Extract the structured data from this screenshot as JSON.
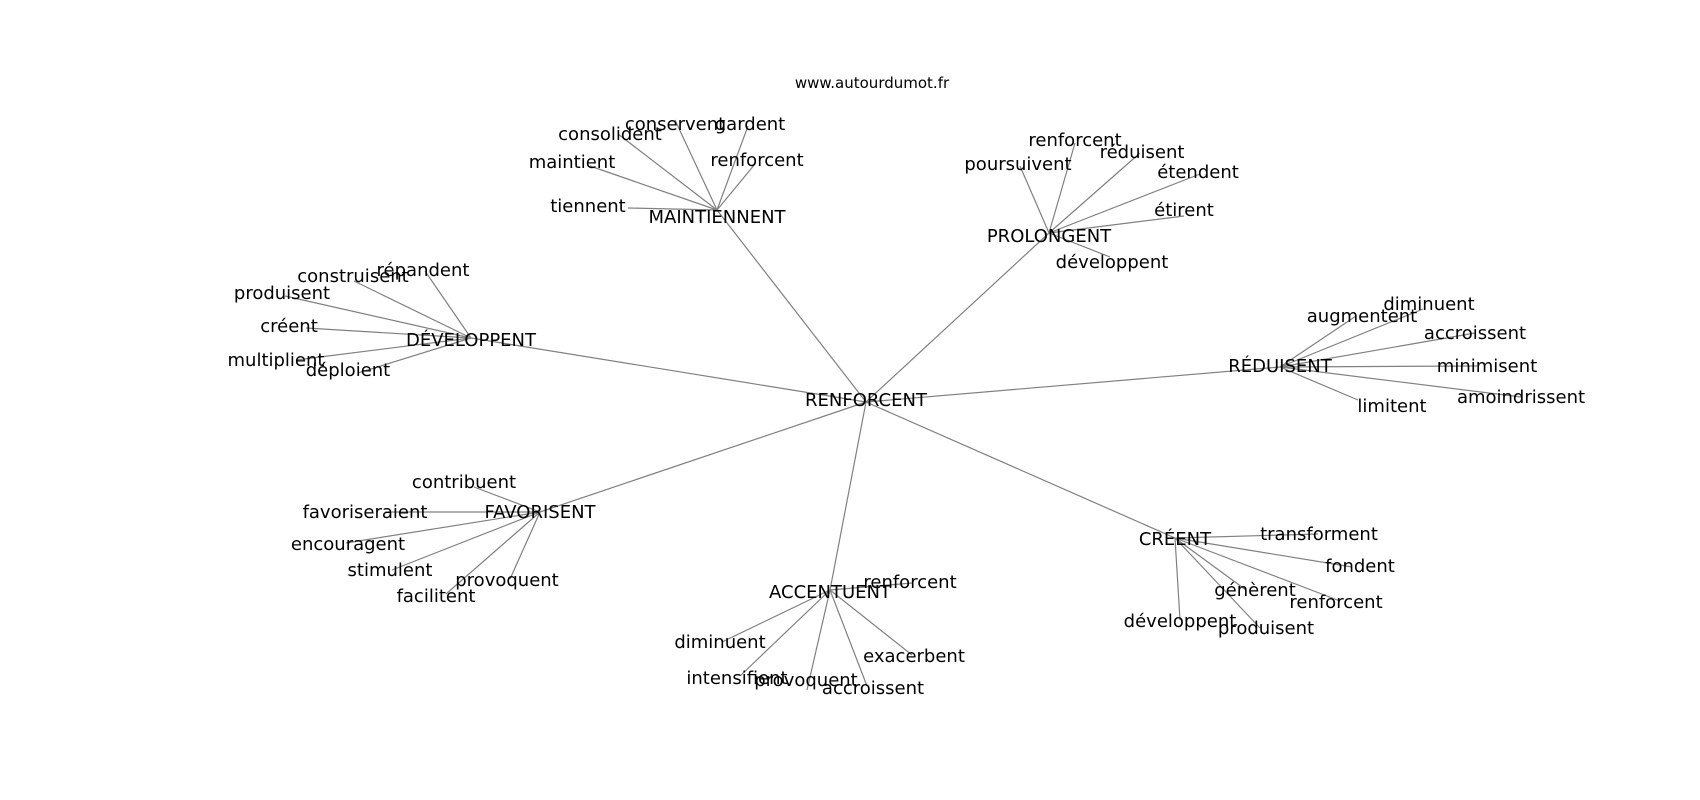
{
  "site": "www.autourdumot.fr",
  "center": "RENFORCENT",
  "colors": {
    "edge": "#808080",
    "text": "#000000",
    "background": "#ffffff"
  },
  "groups": [
    {
      "hub": "MAINTIENNENT",
      "leaves": [
        "conservent",
        "gardent",
        "consolident",
        "renforcent",
        "maintient",
        "tiennent"
      ]
    },
    {
      "hub": "PROLONGENT",
      "leaves": [
        "renforcent",
        "réduisent",
        "poursuivent",
        "étendent",
        "étirent",
        "développent"
      ]
    },
    {
      "hub": "DÉVELOPPENT",
      "leaves": [
        "répandent",
        "construisent",
        "produisent",
        "créent",
        "multiplient",
        "déploient"
      ]
    },
    {
      "hub": "RÉDUISENT",
      "leaves": [
        "diminuent",
        "augmentent",
        "accroissent",
        "minimisent",
        "amoindrissent",
        "limitent"
      ]
    },
    {
      "hub": "FAVORISENT",
      "leaves": [
        "contribuent",
        "favoriseraient",
        "encouragent",
        "stimulent",
        "provoquent",
        "facilitent"
      ]
    },
    {
      "hub": "ACCENTUENT",
      "leaves": [
        "renforcent",
        "diminuent",
        "exacerbent",
        "intensifient",
        "provoquent",
        "accroissent"
      ]
    },
    {
      "hub": "CRÉENT",
      "leaves": [
        "transforment",
        "fondent",
        "génèrent",
        "renforcent",
        "développent",
        "produisent"
      ]
    }
  ]
}
